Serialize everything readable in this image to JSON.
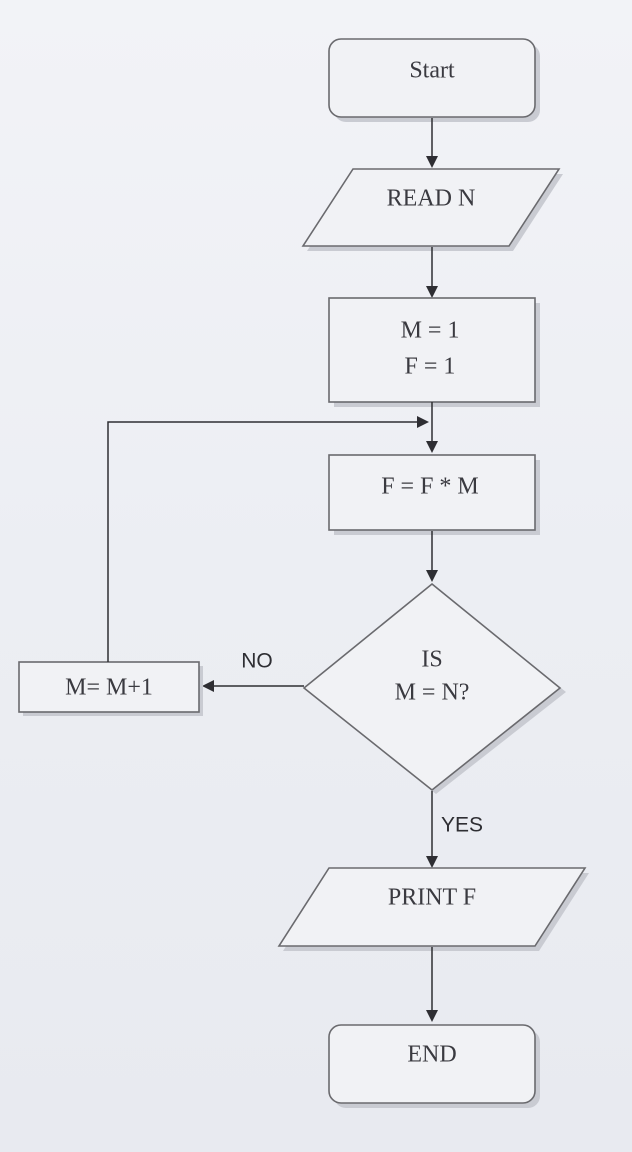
{
  "nodes": {
    "start": {
      "shape": "rounded-rect",
      "label": "Start"
    },
    "read_n": {
      "shape": "parallelogram",
      "label": "READ N"
    },
    "init": {
      "shape": "rect",
      "line1": "M = 1",
      "line2": "F = 1"
    },
    "multiply": {
      "shape": "rect",
      "label": "F = F * M"
    },
    "decision": {
      "shape": "diamond",
      "line1": "IS",
      "line2": "M = N?"
    },
    "increment": {
      "shape": "rect",
      "label": "M= M+1"
    },
    "print_f": {
      "shape": "parallelogram",
      "label": "PRINT F"
    },
    "end": {
      "shape": "rounded-rect",
      "label": "END"
    }
  },
  "edges": {
    "no_label": "NO",
    "yes_label": "YES"
  },
  "colors": {
    "shape_fill": "#f1f2f5",
    "shape_stroke": "#6a6a6e",
    "line": "#2e2e33",
    "background": "#eceef3"
  }
}
